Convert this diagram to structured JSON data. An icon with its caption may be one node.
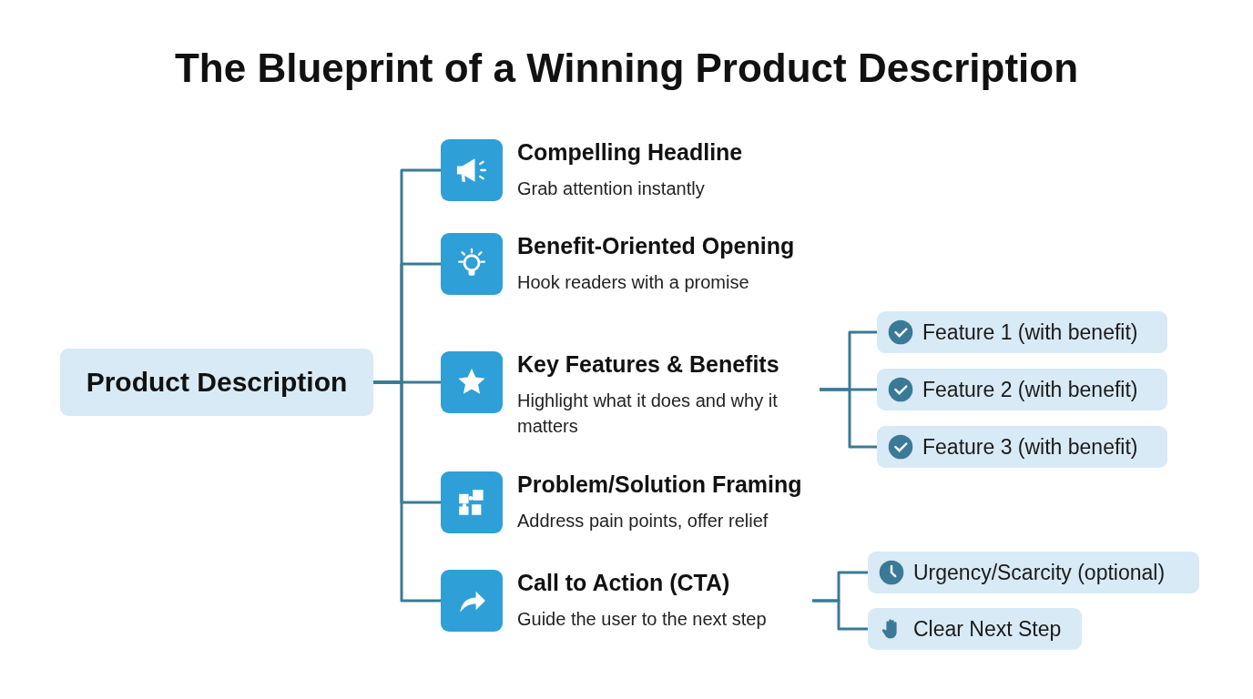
{
  "diagram": {
    "title": "The Blueprint of a Winning Product Description",
    "nodes": [
      {
        "text": [
          "Product Description"
        ]
      },
      {
        "text": [
          "Compelling Headline",
          "Grab attention instantly"
        ]
      },
      {
        "text": [
          "Benefit-Oriented Opening",
          "Hook readers with a promise"
        ]
      },
      {
        "text": [
          "Key Features & Benefits",
          "Highlight what it does and why it matters"
        ]
      },
      {
        "text": [
          "Problem/Solution Framing",
          "Address pain points, offer relief"
        ]
      },
      {
        "text": [
          "Call to Action (CTA)",
          "Guide the user to the next step"
        ]
      },
      {
        "text": [
          "Feature 1 (with benefit)"
        ]
      },
      {
        "text": [
          "Feature 2 (with benefit)"
        ]
      },
      {
        "text": [
          "Feature 3 (with benefit)"
        ]
      },
      {
        "text": [
          "Urgency/Scarcity (optional)"
        ]
      },
      {
        "text": [
          "Clear Next Step"
        ]
      }
    ],
    "edges": [
      {
        "from": 0,
        "to": 1,
        "arrow": "none"
      },
      {
        "from": 0,
        "to": 2,
        "arrow": "none"
      },
      {
        "from": 0,
        "to": 3,
        "arrow": "none"
      },
      {
        "from": 0,
        "to": 4,
        "arrow": "none"
      },
      {
        "from": 0,
        "to": 5,
        "arrow": "none"
      },
      {
        "from": 3,
        "to": 6,
        "arrow": "none"
      },
      {
        "from": 3,
        "to": 7,
        "arrow": "none"
      },
      {
        "from": 3,
        "to": 8,
        "arrow": "none"
      },
      {
        "from": 5,
        "to": 9,
        "arrow": "none"
      },
      {
        "from": 5,
        "to": 10,
        "arrow": "none"
      }
    ]
  }
}
